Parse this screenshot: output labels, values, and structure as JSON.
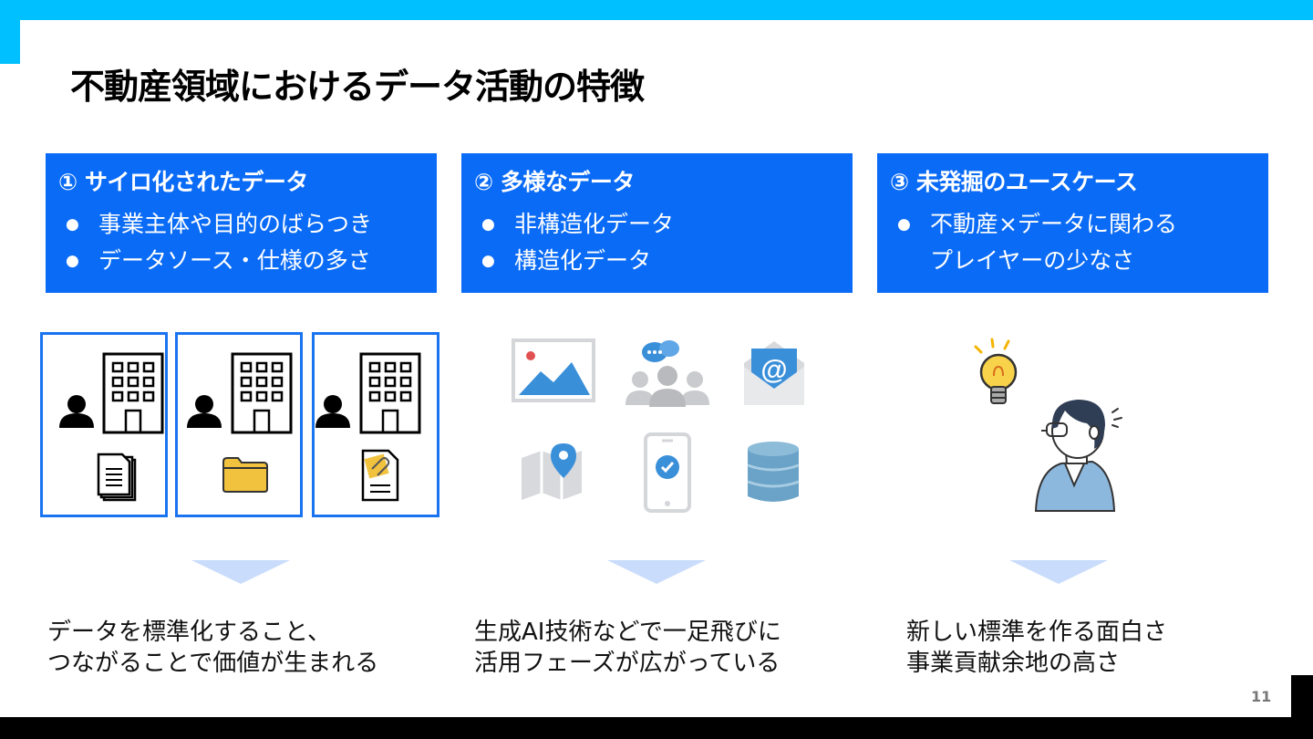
{
  "slide": {
    "title": "不動産領域におけるデータ活動の特徴",
    "page_number": "11"
  },
  "cards": [
    {
      "heading": "① サイロ化されたデータ",
      "items": [
        "事業主体や目的のばらつき",
        "データソース・仕様の多さ"
      ]
    },
    {
      "heading": "② 多様なデータ",
      "items": [
        "非構造化データ",
        "構造化データ"
      ]
    },
    {
      "heading": "③ 未発掘のユースケース",
      "items": [
        "不動産×データに関わる",
        "プレイヤーの少なさ"
      ]
    }
  ],
  "captions": [
    {
      "line1": "データを標準化すること、",
      "line2": "つながることで価値が生まれる"
    },
    {
      "line1": "生成AI技術などで一足飛びに",
      "line2": "活用フェーズが広がっている"
    },
    {
      "line1": "新しい標準を作る面白さ",
      "line2": "事業貢献余地の高さ"
    }
  ],
  "colors": {
    "accent_cyan": "#00c0ff",
    "card_blue": "#0a6bf6",
    "arrow": "#c9dcfb"
  },
  "icons": [
    "person-icon",
    "building-icon",
    "documents-icon",
    "folder-icon",
    "attachment-icon",
    "image-icon",
    "chat-group-icon",
    "email-icon",
    "map-pin-icon",
    "smartphone-check-icon",
    "database-icon",
    "lightbulb-icon",
    "thinking-man-icon"
  ]
}
